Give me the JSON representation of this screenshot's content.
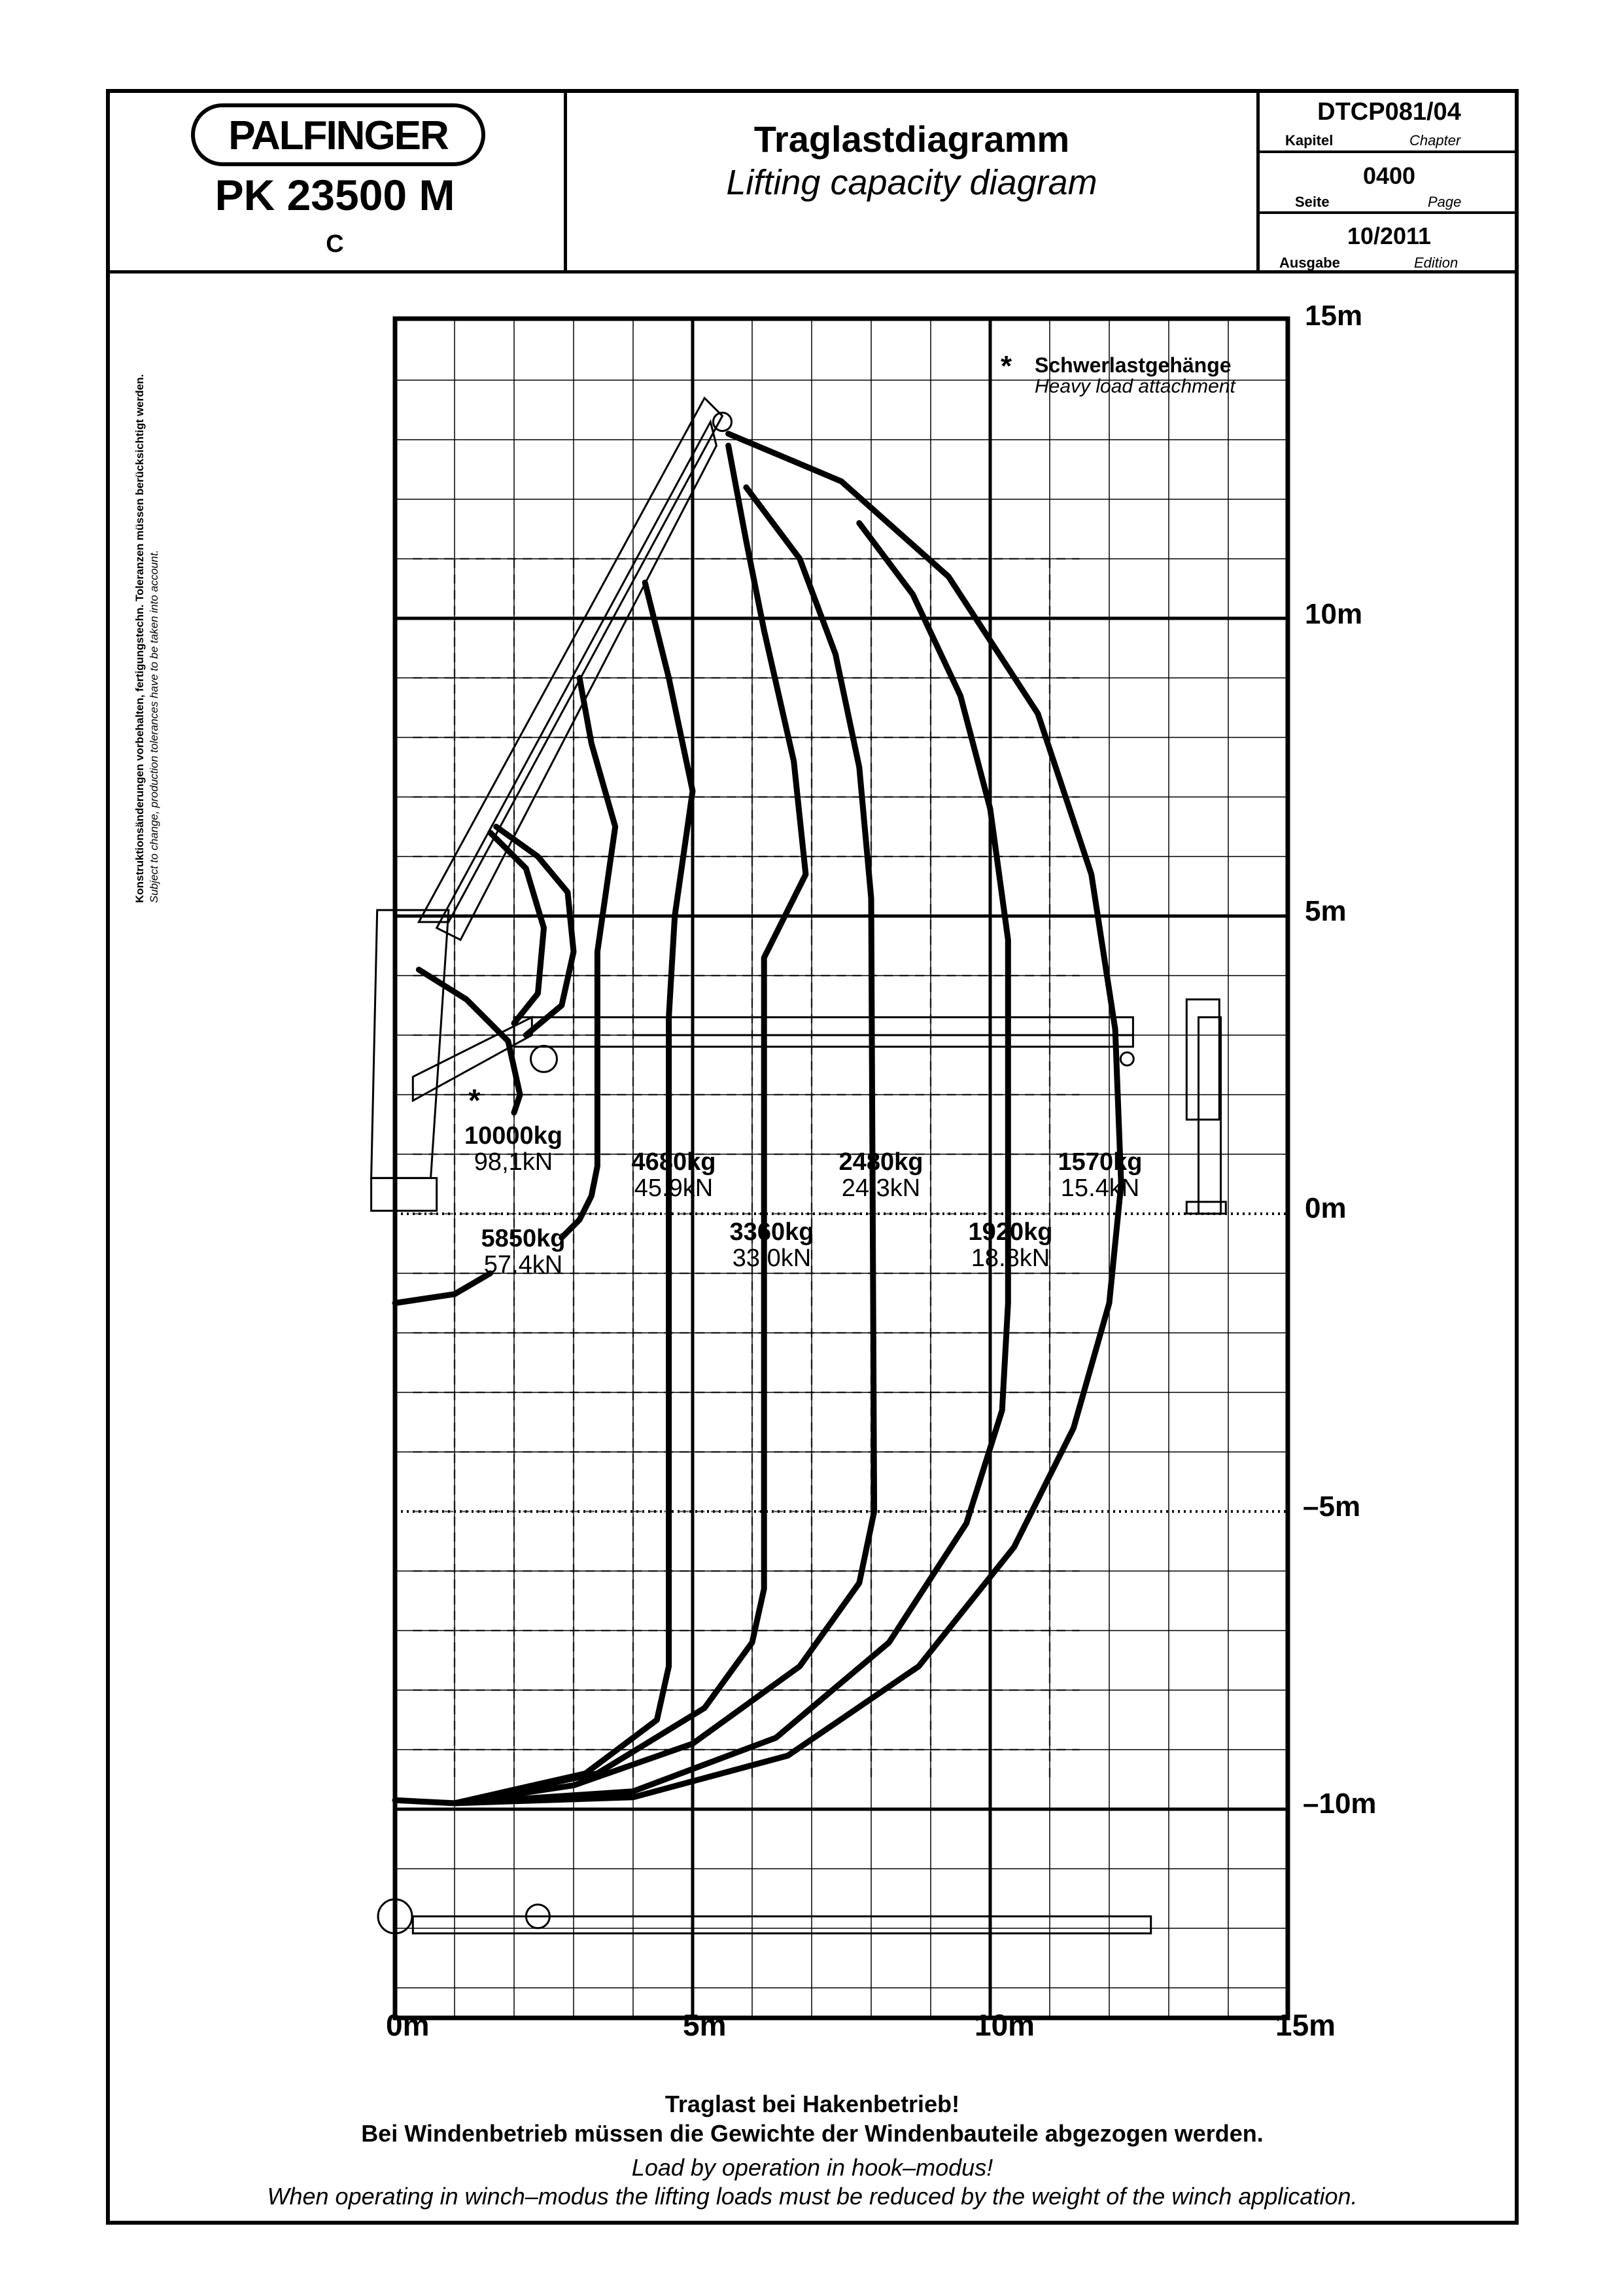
{
  "header": {
    "brand": "PALFINGER",
    "model": "PK 23500 M",
    "variant": "C",
    "title_de": "Traglastdiagramm",
    "title_en": "Lifting capacity diagram",
    "doc_code": "DTCP081/04",
    "chapter_de": "Kapitel",
    "chapter_en": "Chapter",
    "page_no": "0400",
    "page_de": "Seite",
    "page_en": "Page",
    "edition_no": "10/2011",
    "edition_de": "Ausgabe",
    "edition_en": "Edition"
  },
  "side_note": {
    "de": "Konstruktionsänderungen vorbehalten, fertigungstechn. Toleranzen müssen berücksichtigt werden.",
    "en": "Subject to change, production tolerances have to be taken into account."
  },
  "legend": {
    "marker": "*",
    "de": "Schwerlastgehänge",
    "en": "Heavy load attachment"
  },
  "axes": {
    "x_ticks": [
      "0m",
      "5m",
      "10m",
      "15m"
    ],
    "y_ticks": [
      "15m",
      "10m",
      "5m",
      "0m",
      "–5m",
      "–10m"
    ],
    "x_range_m": [
      0,
      15
    ],
    "y_range_m": [
      -13.5,
      15
    ]
  },
  "load_labels": [
    {
      "kg": "10000kg",
      "kn": "98,1kN",
      "star": "*"
    },
    {
      "kg": "5850kg",
      "kn": "57.4kN"
    },
    {
      "kg": "4680kg",
      "kn": "45.9kN"
    },
    {
      "kg": "3360kg",
      "kn": "33.0kN"
    },
    {
      "kg": "2480kg",
      "kn": "24.3kN"
    },
    {
      "kg": "1920kg",
      "kn": "18.8kN"
    },
    {
      "kg": "1570kg",
      "kn": "15.4kN"
    }
  ],
  "footer": {
    "de1": "Traglast bei Hakenbetrieb!",
    "de2": "Bei Windenbetrieb müssen die Gewichte der Windenbauteile abgezogen werden.",
    "en1": "Load by operation in hook–modus!",
    "en2": "When operating in winch–modus the lifting loads must be reduced by the weight of the winch application."
  }
}
